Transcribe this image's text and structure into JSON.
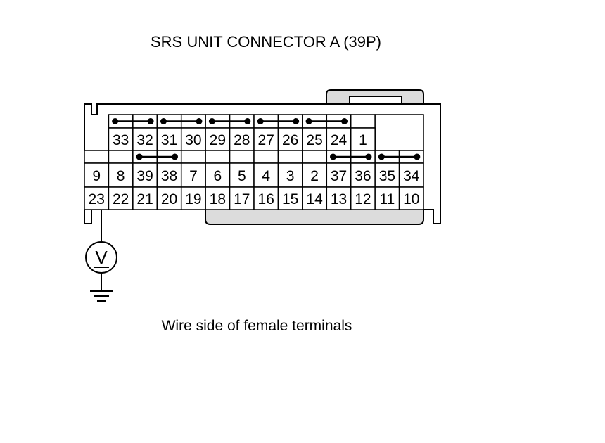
{
  "title": "SRS UNIT CONNECTOR A (39P)",
  "caption": "Wire side of female terminals",
  "meter_symbol": "V",
  "connector": {
    "rows": [
      [
        "",
        "33",
        "32",
        "31",
        "30",
        "29",
        "28",
        "27",
        "26",
        "25",
        "24",
        "1",
        ""
      ],
      [
        "9",
        "8",
        "39",
        "38",
        "7",
        "6",
        "5",
        "4",
        "3",
        "2",
        "37",
        "36",
        "35",
        "34"
      ],
      [
        "23",
        "22",
        "21",
        "20",
        "19",
        "18",
        "17",
        "16",
        "15",
        "14",
        "13",
        "12",
        "11",
        "10"
      ]
    ],
    "jumpers": [
      [
        "33",
        "32"
      ],
      [
        "31",
        "30"
      ],
      [
        "29",
        "28"
      ],
      [
        "27",
        "26"
      ],
      [
        "25",
        "24"
      ],
      [
        "39",
        "38"
      ],
      [
        "37",
        "36"
      ],
      [
        "35",
        "34"
      ]
    ],
    "probe_terminal": "23"
  },
  "colors": {
    "line": "#000000",
    "housing_fill": "#dcdcdc",
    "background": "#ffffff"
  }
}
